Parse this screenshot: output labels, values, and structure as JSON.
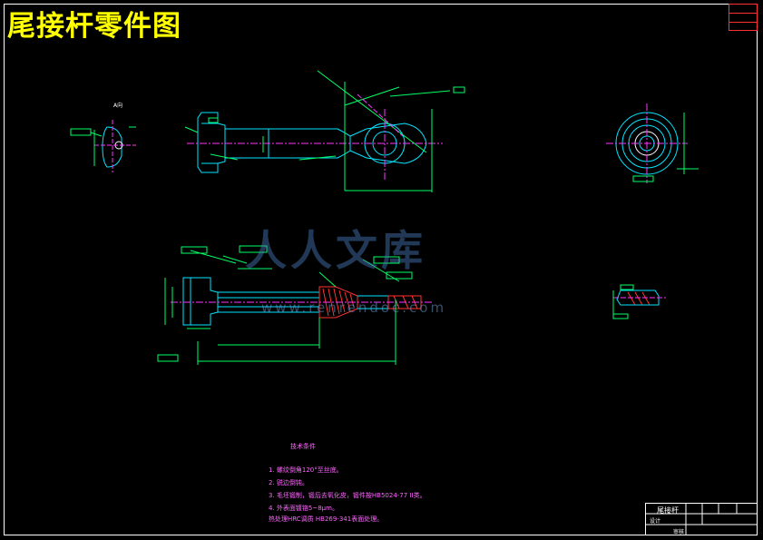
{
  "title": "尾接杆零件图",
  "view_label_a": "A向",
  "notes": {
    "heading": "技术条件",
    "items": [
      "1. 螺纹倒角120°至丝底。",
      "2. 锐边倒钝。",
      "3. 毛坯锻制，锻后去氧化皮，锻件按HB5024-77 II类。",
      "4. 外表面镀铬5~8μm。",
      "   热处理HRC调质 HB269-341表面处理。"
    ]
  },
  "title_block": {
    "part_name": "尾接杆",
    "designer_label": "设计",
    "checker_label": "审核"
  },
  "watermark": {
    "text": "人人文库",
    "url": "www.renrendoc.com"
  },
  "colors": {
    "outline": "#00e5ff",
    "dimension": "#00ff66",
    "centerline": "#ff33ff",
    "section": "#ff3333",
    "title": "#ffff00"
  }
}
